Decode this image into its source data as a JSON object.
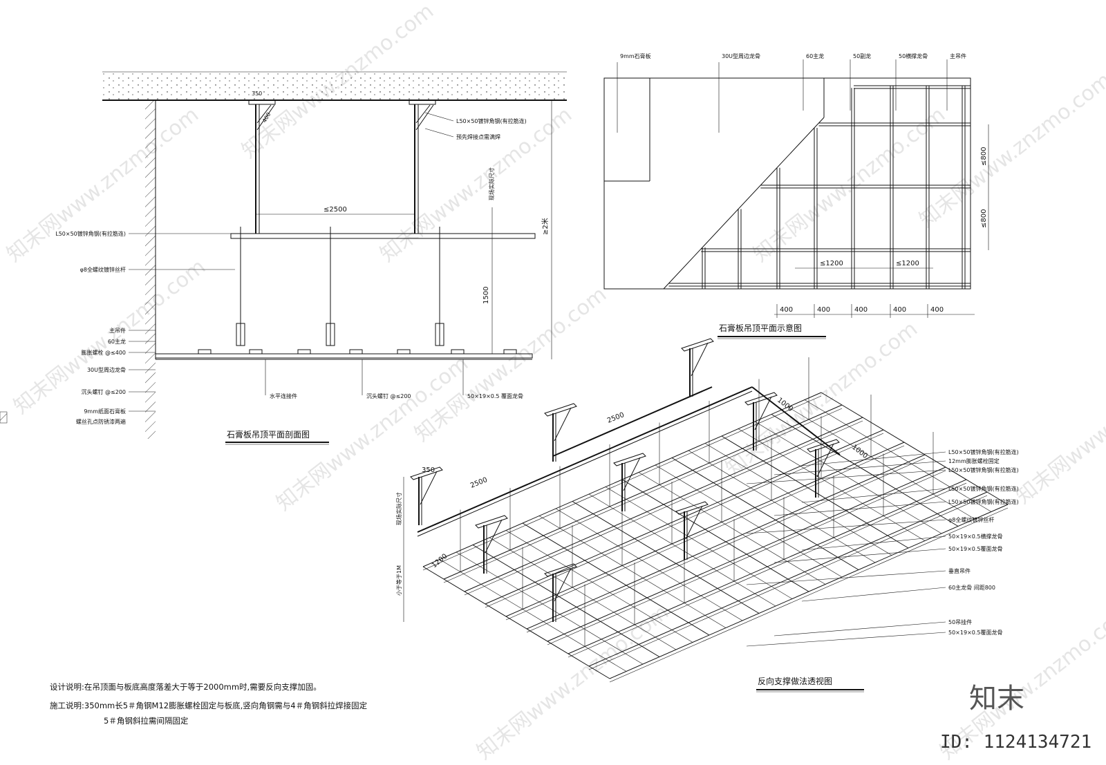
{
  "watermarks": {
    "repeat_text": "知末网www.znzmo.com",
    "brand_logo": "知末",
    "id_label": "ID: 1124134721"
  },
  "section": {
    "title": "石膏板吊顶平面剖面图",
    "dim_350": "350",
    "dim_400": "400",
    "dim_2500": "≤2500",
    "dim_1500": "1500",
    "dim_2m": "≥2米",
    "dim_site": "现场实际尺寸",
    "labels_left": [
      "L50×50镀锌角钢(有拉筋连)",
      "φ8全螺纹镀锌丝杆",
      "主吊件",
      "60主龙",
      "膨胀螺栓 @≤400",
      "30U型周边龙骨",
      "沉头螺钉 @≤200",
      "9mm纸面石膏板",
      "螺丝孔点防锈漆两遍"
    ],
    "labels_right": [
      "L50×50镀锌角钢(有拉筋连)",
      "预先焊接点需满焊"
    ],
    "labels_bottom": [
      "水平连接件",
      "沉头螺钉 @≤200",
      "50×19×0.5 覆面龙骨"
    ]
  },
  "plan": {
    "title": "石膏板吊顶平面示意图",
    "top_labels": [
      "9mm石膏板",
      "30U型周边龙骨",
      "60主龙",
      "50副龙",
      "50横撑龙骨",
      "主吊件"
    ],
    "dims_right": [
      "≤800",
      "≤800"
    ],
    "dims_bottom_1200": [
      "≤1200",
      "≤1200"
    ],
    "dims_bottom_400": [
      "400",
      "400",
      "400",
      "400",
      "400"
    ]
  },
  "iso": {
    "title": "反向支撑做法透视图",
    "dims": {
      "d350": "350",
      "d2500a": "2500",
      "d2500b": "2500",
      "d1000a": "1000",
      "d1000b": "1000",
      "d1200": "1200",
      "site": "现场实际尺寸",
      "under1m": "小于等于1M"
    },
    "labels_right": [
      "L50×50镀锌角钢(有拉筋连)",
      "12mm膨胀螺栓固定",
      "L50×50镀锌角钢(有拉筋连)",
      "L50×50镀锌角钢(有拉筋连)",
      "L50×50镀锌角钢(有拉筋连)",
      "φ8全螺纹镀锌丝杆",
      "50×19×0.5横撑龙骨",
      "50×19×0.5覆面龙骨",
      "垂直吊件",
      "60主龙骨    间距800",
      "50吊挂件",
      "50×19×0.5覆面龙骨"
    ]
  },
  "notes": {
    "design": "设计说明:在吊顶面与板底高度落差大于等于2000mm时,需要反向支撑加固。",
    "construction_1": "施工说明:350mm长5＃角钢M12膨胀螺栓固定与板底,竖向角钢需与4＃角钢斜拉焊接固定",
    "construction_2": "5＃角钢斜拉需间隔固定"
  }
}
